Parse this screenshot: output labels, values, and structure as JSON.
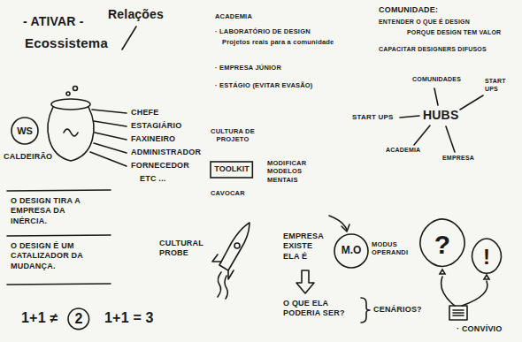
{
  "diagram": {
    "nodes": [
      {
        "text": [
          "WS"
        ]
      },
      {
        "text": [
          "TOOLKIT"
        ]
      },
      {
        "text": [
          "M.O"
        ]
      },
      {
        "text": [
          "2"
        ]
      },
      {
        "text": [
          "?"
        ]
      },
      {
        "text": [
          "!"
        ]
      }
    ],
    "labels": [
      "- ATIVAR -",
      "Relações",
      "Ecossistema",
      "CHEFE",
      "ESTAGIÁRIO",
      "FAXINEIRO",
      "ADMINISTRADOR",
      "FORNECEDOR",
      "ETC ...",
      "CALDEIRÃO",
      "O DESIGN TIRA A EMPRESA DA INÉRCIA.",
      "O DESIGN É UM CATALIZADOR DA MUDANÇA.",
      "1+1 ≠",
      "1+1 = 3",
      "ACADEMIA",
      "· LABORATÓRIO DE DESIGN",
      "Projetos reais para a comunidade",
      "· EMPRESA JÚNIOR",
      "· ESTÁGIO (EVITAR EVASÃO)",
      "CULTURA DE PROJETO",
      "MODIFICAR MODELOS MENTAIS",
      "CAVOCAR",
      "CULTURAL PROBE",
      "EMPRESA EXISTE ELA É",
      "MODUS OPERANDI",
      "O QUE ELA PODERIA SER?",
      "CENÁRIOS?",
      "COMUNIDADE:",
      "ENTENDER O QUE É DESIGN",
      "PORQUE DESIGN TEM VALOR",
      "CAPACITAR DESIGNERS DIFUSOS",
      "START UPS",
      "HUBS",
      "COMUNIDADES",
      "START UPS",
      "ACADEMIA",
      "EMPRESA",
      "· CONVÍVIO"
    ]
  }
}
